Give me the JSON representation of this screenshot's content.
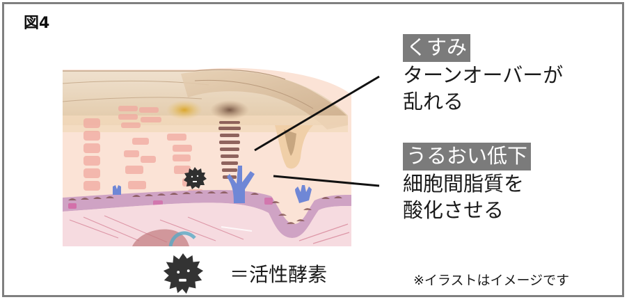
{
  "figure": {
    "title": "図4",
    "border_color": "#7f7f7f"
  },
  "illustration": {
    "subject": "skin-cross-section",
    "colors": {
      "stratum_corneum": "#d9c1a3",
      "epidermis": "#fbe3d6",
      "basal_layer": "#cfa3c4",
      "dermis": "#f5d6d8",
      "melanocyte": "#6f87d6",
      "free_radical": "#333333"
    }
  },
  "callouts": [
    {
      "tag": "くすみ",
      "lines": [
        "ターンオーバーが",
        "乱れる"
      ]
    },
    {
      "tag": "うるおい低下",
      "lines": [
        "細胞間脂質を",
        "酸化させる"
      ]
    }
  ],
  "legend": {
    "icon": "free-radical-icon",
    "text": "＝活性酵素"
  },
  "note": "※イラストはイメージです",
  "colors": {
    "tag_bg": "#7b7b7b",
    "tag_text": "#ffffff",
    "text": "#1a1a1a",
    "leader_line": "#111111"
  }
}
